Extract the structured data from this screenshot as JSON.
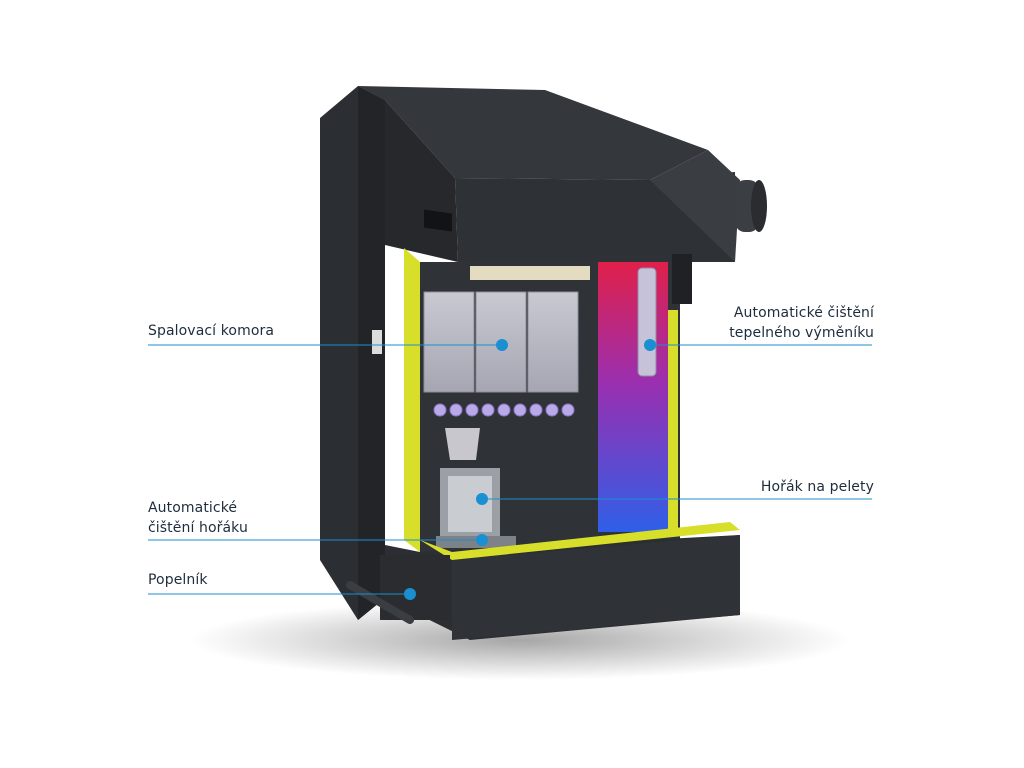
{
  "colors": {
    "accent": "#1a8fd1",
    "body": "#2b2e32",
    "frame": "#d8df2a",
    "text": "#1e2d3d"
  },
  "callouts": {
    "combustion_chamber": "Spalovací komora",
    "heat_exchanger_cleaning": [
      "Automatické čištění",
      "tepelného výměníku"
    ],
    "pellet_burner": "Hořák na pelety",
    "burner_cleaning": [
      "Automatické",
      "čištění hořáku"
    ],
    "ash_pan": "Popelník"
  }
}
